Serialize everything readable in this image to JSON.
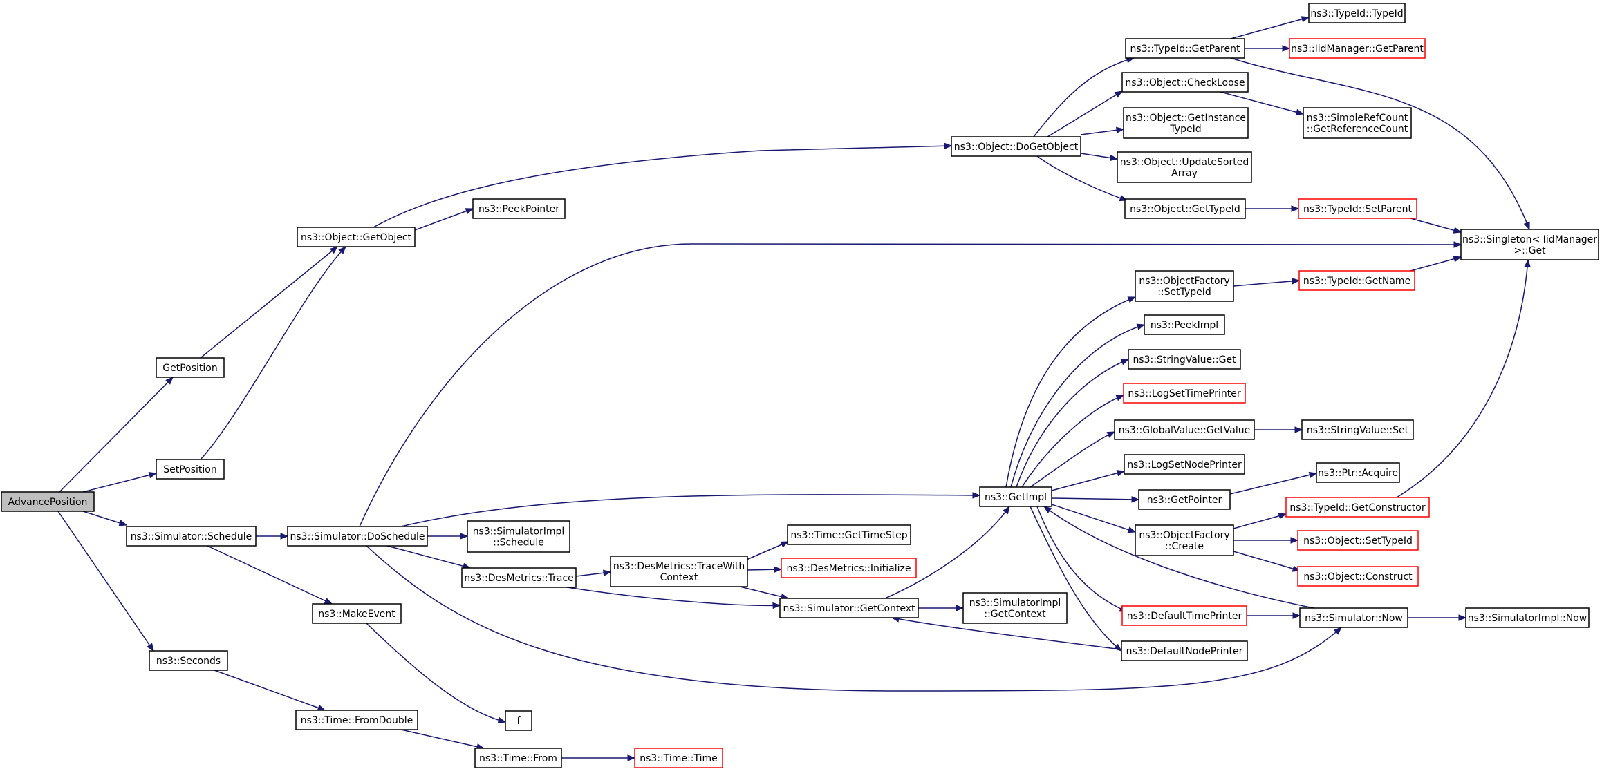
{
  "colors": {
    "edge": "#191970",
    "node_border": "#000000",
    "node_fill": "#ffffff",
    "root_fill": "#bfbfbf",
    "truncated_border": "#ff0000"
  },
  "nodes": [
    {
      "id": "advance_position",
      "lines": [
        "AdvancePosition"
      ],
      "style": "root"
    },
    {
      "id": "get_position",
      "lines": [
        "GetPosition"
      ],
      "style": "normal"
    },
    {
      "id": "set_position",
      "lines": [
        "SetPosition"
      ],
      "style": "normal"
    },
    {
      "id": "simulator_schedule",
      "lines": [
        "ns3::Simulator::Schedule"
      ],
      "style": "normal"
    },
    {
      "id": "seconds",
      "lines": [
        "ns3::Seconds"
      ],
      "style": "normal"
    },
    {
      "id": "object_getobject",
      "lines": [
        "ns3::Object::GetObject"
      ],
      "style": "normal"
    },
    {
      "id": "simulator_doschedule",
      "lines": [
        "ns3::Simulator::DoSchedule"
      ],
      "style": "normal"
    },
    {
      "id": "makeevent",
      "lines": [
        "ns3::MakeEvent"
      ],
      "style": "normal"
    },
    {
      "id": "time_fromdouble",
      "lines": [
        "ns3::Time::FromDouble"
      ],
      "style": "normal"
    },
    {
      "id": "peekpointer",
      "lines": [
        "ns3::PeekPointer"
      ],
      "style": "normal"
    },
    {
      "id": "simulatorimpl_schedule",
      "lines": [
        "ns3::SimulatorImpl",
        "::Schedule"
      ],
      "style": "normal"
    },
    {
      "id": "desmetrics_trace",
      "lines": [
        "ns3::DesMetrics::Trace"
      ],
      "style": "normal"
    },
    {
      "id": "f",
      "lines": [
        "f"
      ],
      "style": "normal"
    },
    {
      "id": "time_from",
      "lines": [
        "ns3::Time::From"
      ],
      "style": "normal"
    },
    {
      "id": "desmetrics_tracewithcontext",
      "lines": [
        "ns3::DesMetrics::TraceWith",
        "Context"
      ],
      "style": "normal"
    },
    {
      "id": "time_gettimestep",
      "lines": [
        "ns3::Time::GetTimeStep"
      ],
      "style": "normal"
    },
    {
      "id": "desmetrics_initialize",
      "lines": [
        "ns3::DesMetrics::Initialize"
      ],
      "style": "truncated"
    },
    {
      "id": "simulator_getcontext",
      "lines": [
        "ns3::Simulator::GetContext"
      ],
      "style": "normal"
    },
    {
      "id": "time_time",
      "lines": [
        "ns3::Time::Time"
      ],
      "style": "truncated"
    },
    {
      "id": "object_dogetobject",
      "lines": [
        "ns3::Object::DoGetObject"
      ],
      "style": "normal"
    },
    {
      "id": "getimpl",
      "lines": [
        "ns3::GetImpl"
      ],
      "style": "normal"
    },
    {
      "id": "simulatorimpl_getcontext",
      "lines": [
        "ns3::SimulatorImpl",
        "::GetContext"
      ],
      "style": "normal"
    },
    {
      "id": "typeid_getparent",
      "lines": [
        "ns3::TypeId::GetParent"
      ],
      "style": "normal"
    },
    {
      "id": "object_checkloose",
      "lines": [
        "ns3::Object::CheckLoose"
      ],
      "style": "normal"
    },
    {
      "id": "object_getinstancetypeid",
      "lines": [
        "ns3::Object::GetInstance",
        "TypeId"
      ],
      "style": "normal"
    },
    {
      "id": "object_updatesortedarray",
      "lines": [
        "ns3::Object::UpdateSorted",
        "Array"
      ],
      "style": "normal"
    },
    {
      "id": "object_gettypeid",
      "lines": [
        "ns3::Object::GetTypeId"
      ],
      "style": "normal"
    },
    {
      "id": "objectfactory_settypeid",
      "lines": [
        "ns3::ObjectFactory",
        "::SetTypeId"
      ],
      "style": "normal"
    },
    {
      "id": "peekimpl",
      "lines": [
        "ns3::PeekImpl"
      ],
      "style": "normal"
    },
    {
      "id": "stringvalue_get",
      "lines": [
        "ns3::StringValue::Get"
      ],
      "style": "normal"
    },
    {
      "id": "logsettimeprinter",
      "lines": [
        "ns3::LogSetTimePrinter"
      ],
      "style": "truncated"
    },
    {
      "id": "globalvalue_getvalue",
      "lines": [
        "ns3::GlobalValue::GetValue"
      ],
      "style": "normal"
    },
    {
      "id": "logsetnodeprinter",
      "lines": [
        "ns3::LogSetNodePrinter"
      ],
      "style": "normal"
    },
    {
      "id": "getpointer",
      "lines": [
        "ns3::GetPointer"
      ],
      "style": "normal"
    },
    {
      "id": "objectfactory_create",
      "lines": [
        "ns3::ObjectFactory",
        "::Create"
      ],
      "style": "normal"
    },
    {
      "id": "defaulttimeprinter",
      "lines": [
        "ns3::DefaultTimePrinter"
      ],
      "style": "truncated"
    },
    {
      "id": "defaultnodeprinter",
      "lines": [
        "ns3::DefaultNodePrinter"
      ],
      "style": "normal"
    },
    {
      "id": "typeid_typeid",
      "lines": [
        "ns3::TypeId::TypeId"
      ],
      "style": "normal"
    },
    {
      "id": "iidmanager_getparent",
      "lines": [
        "ns3::IidManager::GetParent"
      ],
      "style": "truncated"
    },
    {
      "id": "simplerefcount_getreferencecount",
      "lines": [
        "ns3::SimpleRefCount",
        "::GetReferenceCount"
      ],
      "style": "normal"
    },
    {
      "id": "typeid_setparent",
      "lines": [
        "ns3::TypeId::SetParent"
      ],
      "style": "truncated"
    },
    {
      "id": "typeid_getname",
      "lines": [
        "ns3::TypeId::GetName"
      ],
      "style": "truncated"
    },
    {
      "id": "stringvalue_set",
      "lines": [
        "ns3::StringValue::Set"
      ],
      "style": "normal"
    },
    {
      "id": "ptr_acquire",
      "lines": [
        "ns3::Ptr::Acquire"
      ],
      "style": "normal"
    },
    {
      "id": "typeid_getconstructor",
      "lines": [
        "ns3::TypeId::GetConstructor"
      ],
      "style": "truncated"
    },
    {
      "id": "object_settypeid",
      "lines": [
        "ns3::Object::SetTypeId"
      ],
      "style": "truncated"
    },
    {
      "id": "object_construct",
      "lines": [
        "ns3::Object::Construct"
      ],
      "style": "truncated"
    },
    {
      "id": "simulator_now",
      "lines": [
        "ns3::Simulator::Now"
      ],
      "style": "normal"
    },
    {
      "id": "simulatorimpl_now",
      "lines": [
        "ns3::SimulatorImpl::Now"
      ],
      "style": "normal"
    },
    {
      "id": "singleton_iidmanager_get",
      "lines": [
        "ns3::Singleton< IidManager",
        " >::Get"
      ],
      "style": "normal"
    }
  ],
  "edges": [
    {
      "from": "advance_position",
      "to": "get_position"
    },
    {
      "from": "advance_position",
      "to": "set_position"
    },
    {
      "from": "advance_position",
      "to": "simulator_schedule"
    },
    {
      "from": "advance_position",
      "to": "seconds"
    },
    {
      "from": "get_position",
      "to": "object_getobject"
    },
    {
      "from": "set_position",
      "to": "object_getobject"
    },
    {
      "from": "object_getobject",
      "to": "object_dogetobject"
    },
    {
      "from": "object_getobject",
      "to": "peekpointer"
    },
    {
      "from": "object_dogetobject",
      "to": "typeid_getparent"
    },
    {
      "from": "object_dogetobject",
      "to": "object_checkloose"
    },
    {
      "from": "object_dogetobject",
      "to": "object_getinstancetypeid"
    },
    {
      "from": "object_dogetobject",
      "to": "object_updatesortedarray"
    },
    {
      "from": "object_dogetobject",
      "to": "object_gettypeid"
    },
    {
      "from": "typeid_getparent",
      "to": "typeid_typeid"
    },
    {
      "from": "typeid_getparent",
      "to": "iidmanager_getparent"
    },
    {
      "from": "typeid_getparent",
      "to": "singleton_iidmanager_get"
    },
    {
      "from": "object_checkloose",
      "to": "simplerefcount_getreferencecount"
    },
    {
      "from": "object_gettypeid",
      "to": "typeid_setparent"
    },
    {
      "from": "typeid_setparent",
      "to": "singleton_iidmanager_get"
    },
    {
      "from": "simulator_schedule",
      "to": "simulator_doschedule"
    },
    {
      "from": "simulator_schedule",
      "to": "makeevent"
    },
    {
      "from": "simulator_doschedule",
      "to": "singleton_iidmanager_get"
    },
    {
      "from": "simulator_doschedule",
      "to": "getimpl"
    },
    {
      "from": "simulator_doschedule",
      "to": "simulatorimpl_schedule"
    },
    {
      "from": "simulator_doschedule",
      "to": "desmetrics_trace"
    },
    {
      "from": "simulator_doschedule",
      "to": "simulator_now"
    },
    {
      "from": "desmetrics_trace",
      "to": "desmetrics_tracewithcontext"
    },
    {
      "from": "desmetrics_trace",
      "to": "simulator_getcontext"
    },
    {
      "from": "desmetrics_tracewithcontext",
      "to": "time_gettimestep"
    },
    {
      "from": "desmetrics_tracewithcontext",
      "to": "desmetrics_initialize"
    },
    {
      "from": "desmetrics_tracewithcontext",
      "to": "simulator_getcontext"
    },
    {
      "from": "simulator_getcontext",
      "to": "getimpl"
    },
    {
      "from": "simulator_getcontext",
      "to": "simulatorimpl_getcontext"
    },
    {
      "from": "getimpl",
      "to": "objectfactory_settypeid"
    },
    {
      "from": "getimpl",
      "to": "peekimpl"
    },
    {
      "from": "getimpl",
      "to": "stringvalue_get"
    },
    {
      "from": "getimpl",
      "to": "logsettimeprinter"
    },
    {
      "from": "getimpl",
      "to": "globalvalue_getvalue"
    },
    {
      "from": "getimpl",
      "to": "logsetnodeprinter"
    },
    {
      "from": "getimpl",
      "to": "getpointer"
    },
    {
      "from": "getimpl",
      "to": "objectfactory_create"
    },
    {
      "from": "getimpl",
      "to": "defaulttimeprinter"
    },
    {
      "from": "getimpl",
      "to": "defaultnodeprinter"
    },
    {
      "from": "objectfactory_settypeid",
      "to": "typeid_getname"
    },
    {
      "from": "typeid_getname",
      "to": "singleton_iidmanager_get"
    },
    {
      "from": "globalvalue_getvalue",
      "to": "stringvalue_set"
    },
    {
      "from": "getpointer",
      "to": "ptr_acquire"
    },
    {
      "from": "objectfactory_create",
      "to": "typeid_getconstructor"
    },
    {
      "from": "objectfactory_create",
      "to": "object_settypeid"
    },
    {
      "from": "objectfactory_create",
      "to": "object_construct"
    },
    {
      "from": "typeid_getconstructor",
      "to": "singleton_iidmanager_get"
    },
    {
      "from": "defaulttimeprinter",
      "to": "simulator_now"
    },
    {
      "from": "defaultnodeprinter",
      "to": "simulator_getcontext"
    },
    {
      "from": "simulator_now",
      "to": "getimpl"
    },
    {
      "from": "simulator_now",
      "to": "simulatorimpl_now"
    },
    {
      "from": "makeevent",
      "to": "f"
    },
    {
      "from": "seconds",
      "to": "time_fromdouble"
    },
    {
      "from": "time_fromdouble",
      "to": "time_from"
    },
    {
      "from": "time_from",
      "to": "time_time"
    }
  ]
}
